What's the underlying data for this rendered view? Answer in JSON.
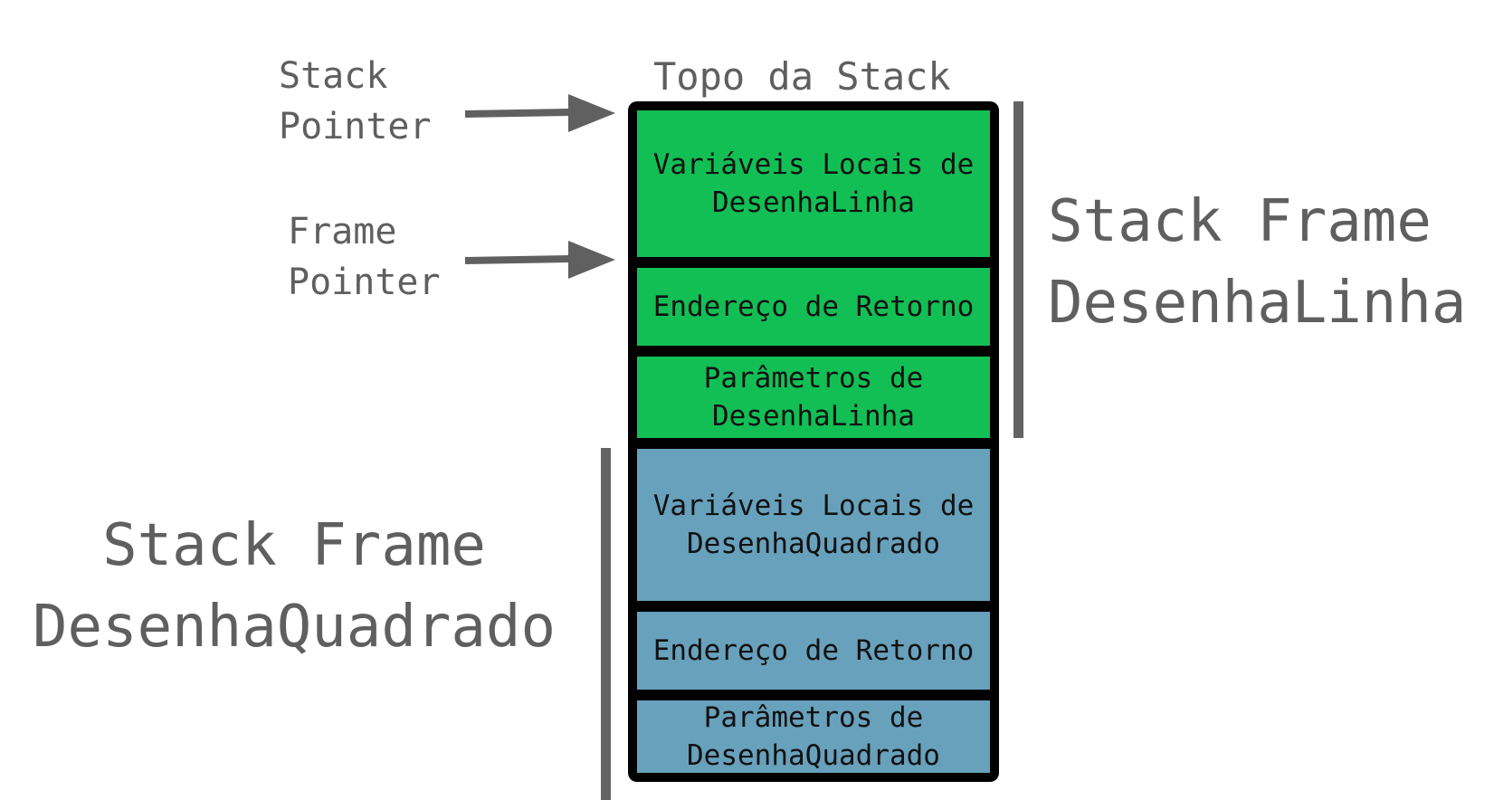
{
  "top_label": "Topo da Stack",
  "pointers": {
    "stack_pointer": "Stack\nPointer",
    "frame_pointer": "Frame\nPointer"
  },
  "frames": {
    "top": "Stack Frame\nDesenhaLinha",
    "bottom": "Stack Frame\nDesenhaQuadrado"
  },
  "cells": [
    {
      "text": "Variáveis Locais de\nDesenhaLinha",
      "color": "#12bf55"
    },
    {
      "text": "Endereço de Retorno",
      "color": "#12bf55"
    },
    {
      "text": "Parâmetros de\nDesenhaLinha",
      "color": "#12bf55"
    },
    {
      "text": "Variáveis Locais de\nDesenhaQuadrado",
      "color": "#68a1bc"
    },
    {
      "text": "Endereço de Retorno",
      "color": "#68a1bc"
    },
    {
      "text": "Parâmetros de\nDesenhaQuadrado",
      "color": "#68a1bc"
    }
  ],
  "colors": {
    "text_gray": "#5f5f5f",
    "arrow_gray": "#606060",
    "border": "#000000"
  }
}
